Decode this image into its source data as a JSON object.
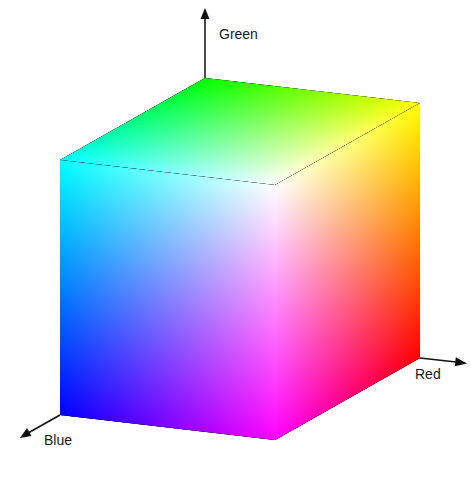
{
  "diagram": {
    "labels": [
      "Green",
      "Red",
      "Blue"
    ]
  }
}
